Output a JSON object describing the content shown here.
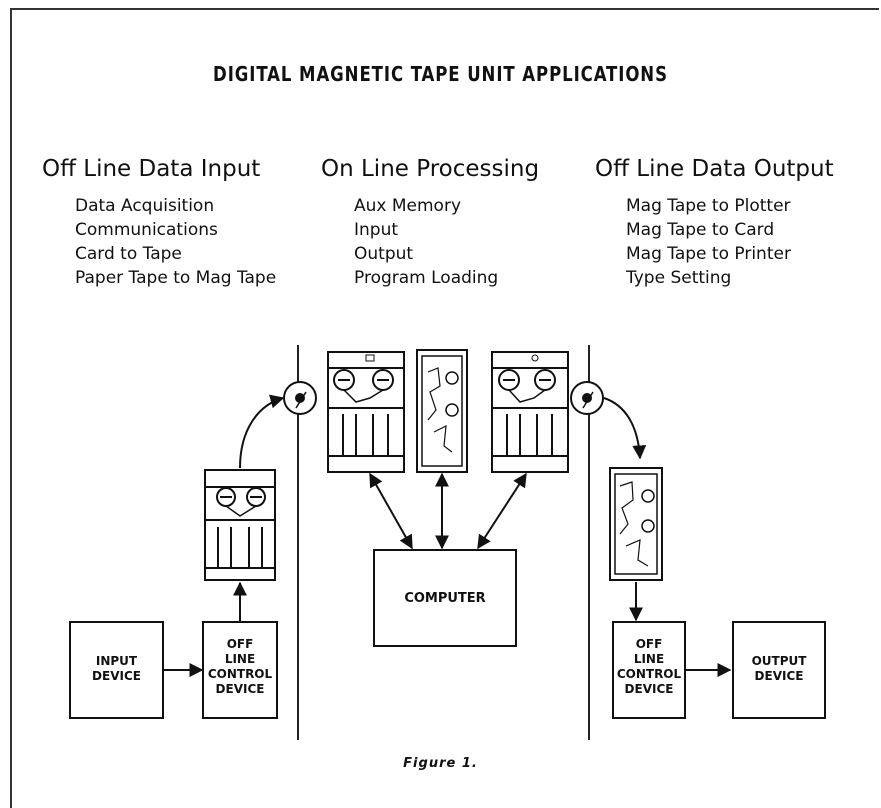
{
  "title": "DIGITAL MAGNETIC TAPE UNIT APPLICATIONS",
  "columns": [
    {
      "heading": "Off Line Data Input",
      "items": [
        "Data Acquisition",
        "Communications",
        "Card to Tape",
        "Paper Tape to Mag Tape"
      ]
    },
    {
      "heading": "On Line Processing",
      "items": [
        "Aux Memory",
        "Input",
        "Output",
        "Program Loading"
      ]
    },
    {
      "heading": "Off Line Data Output",
      "items": [
        "Mag Tape to Plotter",
        "Mag Tape to Card",
        "Mag Tape to Printer",
        "Type Setting"
      ]
    }
  ],
  "diagram": {
    "input_device": "INPUT\nDEVICE",
    "input_control": "OFF\nLINE\nCONTROL\nDEVICE",
    "computer": "COMPUTER",
    "output_control": "OFF\nLINE\nCONTROL\nDEVICE",
    "output_device": "OUTPUT\nDEVICE"
  },
  "caption": "Figure 1."
}
